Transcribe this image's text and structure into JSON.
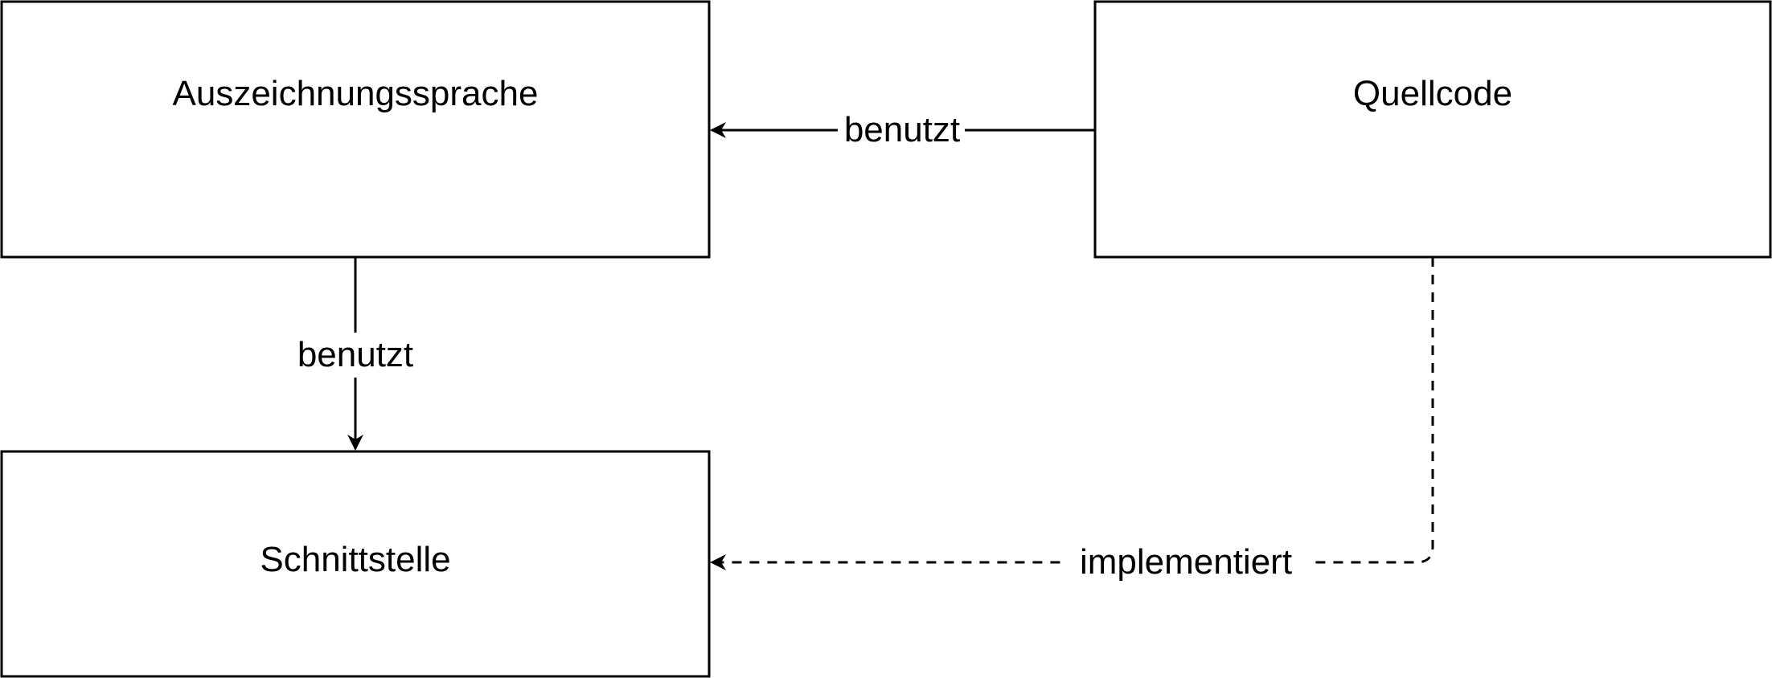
{
  "nodes": {
    "auszeichnungssprache": {
      "label": "Auszeichnungssprache"
    },
    "quellcode": {
      "label": "Quellcode"
    },
    "schnittstelle": {
      "label": "Schnittstelle"
    }
  },
  "edges": {
    "quellcode_to_auszeichnung": {
      "label": "benutzt",
      "style": "solid"
    },
    "auszeichnung_to_schnittstelle": {
      "label": "benutzt",
      "style": "solid"
    },
    "quellcode_to_schnittstelle": {
      "label": "implementiert",
      "style": "dashed"
    }
  },
  "colors": {
    "stroke": "#000000",
    "background": "#ffffff"
  }
}
